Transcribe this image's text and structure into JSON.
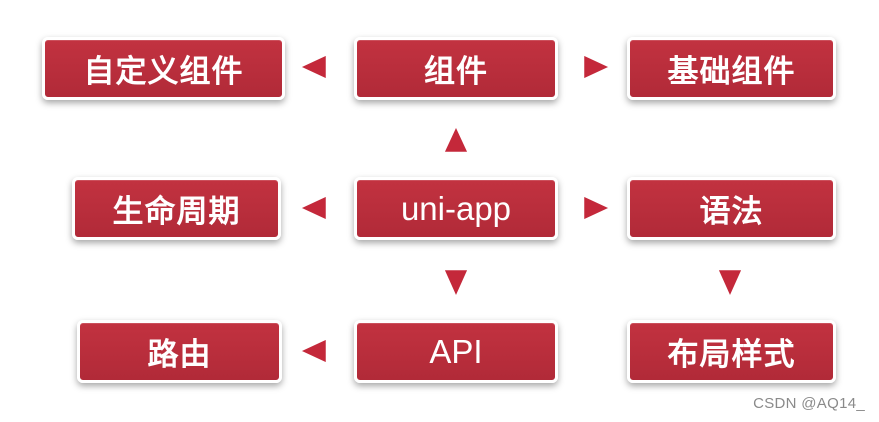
{
  "diagram": {
    "nodes": {
      "custom_component": "自定义组件",
      "component": "组件",
      "basic_component": "基础组件",
      "lifecycle": "生命周期",
      "uni_app": "uni-app",
      "syntax": "语法",
      "routing": "路由",
      "api": "API",
      "layout_style": "布局样式"
    },
    "edges": [
      {
        "from": "component",
        "to": "custom_component"
      },
      {
        "from": "component",
        "to": "basic_component"
      },
      {
        "from": "uni_app",
        "to": "component"
      },
      {
        "from": "uni_app",
        "to": "lifecycle"
      },
      {
        "from": "uni_app",
        "to": "syntax"
      },
      {
        "from": "uni_app",
        "to": "api"
      },
      {
        "from": "syntax",
        "to": "layout_style"
      },
      {
        "from": "api",
        "to": "routing"
      }
    ],
    "colors": {
      "node_fill": "#b8303d",
      "node_text": "#ffffff",
      "arrow_fill": "#c4283a",
      "arrow_outline": "#ffffff"
    }
  },
  "watermark": "CSDN @AQ14_"
}
